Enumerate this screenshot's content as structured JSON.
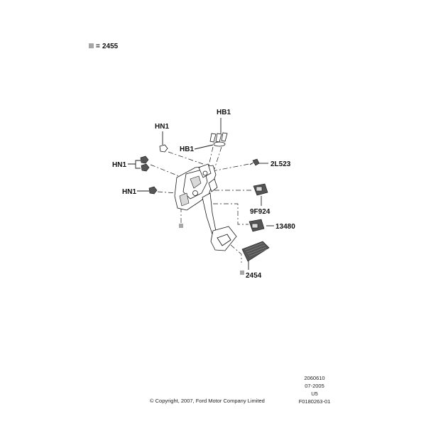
{
  "legend": {
    "symbol": "=",
    "part_number": "2455"
  },
  "callouts": {
    "hb1_top": "HB1",
    "hb1_mid": "HB1",
    "hn1_top": "HN1",
    "hn1_left": "HN1",
    "hn1_bottom": "HN1",
    "part_2l523": "2L523",
    "part_9f924": "9F924",
    "part_13480": "13480",
    "part_2454": "2454"
  },
  "footer": {
    "copyright": "© Copyright, 2007, Ford Motor Company Limited",
    "doc_number": "2060610",
    "date": "07-2005",
    "revision": "U5",
    "figure_id": "F0180263-01"
  },
  "colors": {
    "marker_gray": "#a6a6a6",
    "line": "#1a1a1a"
  }
}
